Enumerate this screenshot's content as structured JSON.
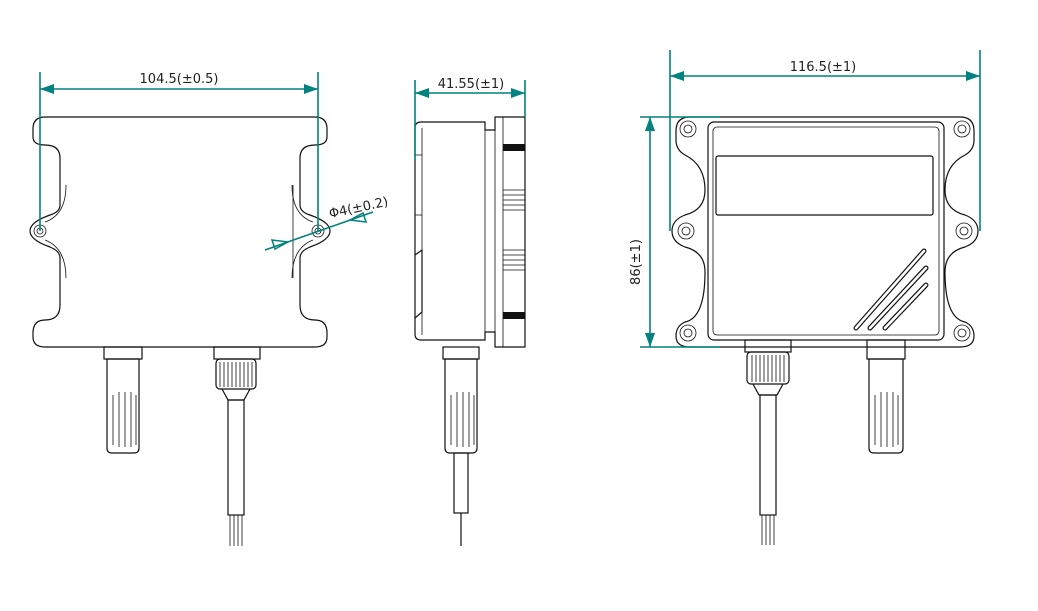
{
  "dimensions": {
    "front_width": "104.5(±0.5)",
    "side_depth": "41.55(±1)",
    "back_width": "116.5(±1)",
    "back_height": "86(±1)",
    "hole_diameter": "Φ4(±0.2)"
  },
  "colors": {
    "dimension": "#00827f",
    "outline": "#111111"
  }
}
